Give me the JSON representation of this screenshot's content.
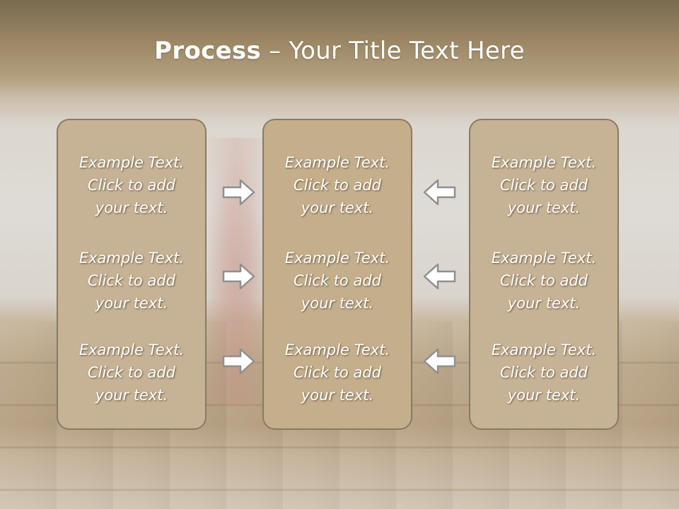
{
  "title": {
    "bold": "Process",
    "rest": " – Your Title Text Here"
  },
  "columns": [
    {
      "items": [
        {
          "line1": "Example Text.",
          "line2": "Click  to add",
          "line3": "your text."
        },
        {
          "line1": "Example Text.",
          "line2": "Click  to add",
          "line3": "your text."
        },
        {
          "line1": "Example Text.",
          "line2": "Click  to add",
          "line3": "your text."
        }
      ]
    },
    {
      "items": [
        {
          "line1": "Example Text.",
          "line2": "Click  to add",
          "line3": "your text."
        },
        {
          "line1": "Example Text.",
          "line2": "Click  to add",
          "line3": "your text."
        },
        {
          "line1": "Example Text.",
          "line2": "Click  to add",
          "line3": "your text."
        }
      ]
    },
    {
      "items": [
        {
          "line1": "Example Text.",
          "line2": "Click  to add",
          "line3": "your text."
        },
        {
          "line1": "Example Text.",
          "line2": "Click  to add",
          "line3": "your text."
        },
        {
          "line1": "Example Text.",
          "line2": "Click  to add",
          "line3": "your text."
        }
      ]
    }
  ],
  "arrows": {
    "left_to_middle": "arrow-right-icon",
    "right_to_middle": "arrow-left-icon"
  },
  "colors": {
    "panel": "#c4ae8b",
    "panel_border": "#8a7a62",
    "text": "#ffffff"
  }
}
